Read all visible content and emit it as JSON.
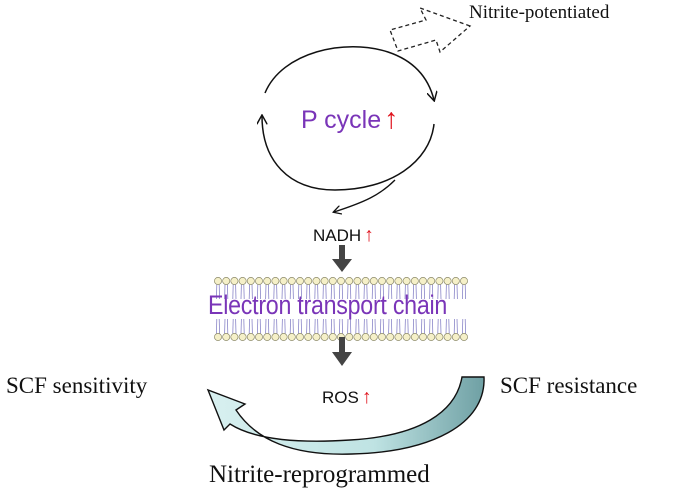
{
  "labels": {
    "modifier_top": "Nitrite-potentiated",
    "cycle": "P cycle",
    "nadh": "NADH",
    "etc": "Electron transport chain",
    "ros": "ROS",
    "left_state": "SCF sensitivity",
    "right_state": "SCF resistance",
    "modifier_bottom": "Nitrite-reprogrammed"
  },
  "indicators": {
    "up_arrow": "↑"
  },
  "colors": {
    "accent_text": "#7a35b8",
    "increase_arrow": "#e0141e",
    "flow_arrow": "#444444",
    "curved_arrow_fill": "#bfe3e3",
    "membrane_head": "#f5f0c8",
    "membrane_tail": "#8a86c8"
  }
}
